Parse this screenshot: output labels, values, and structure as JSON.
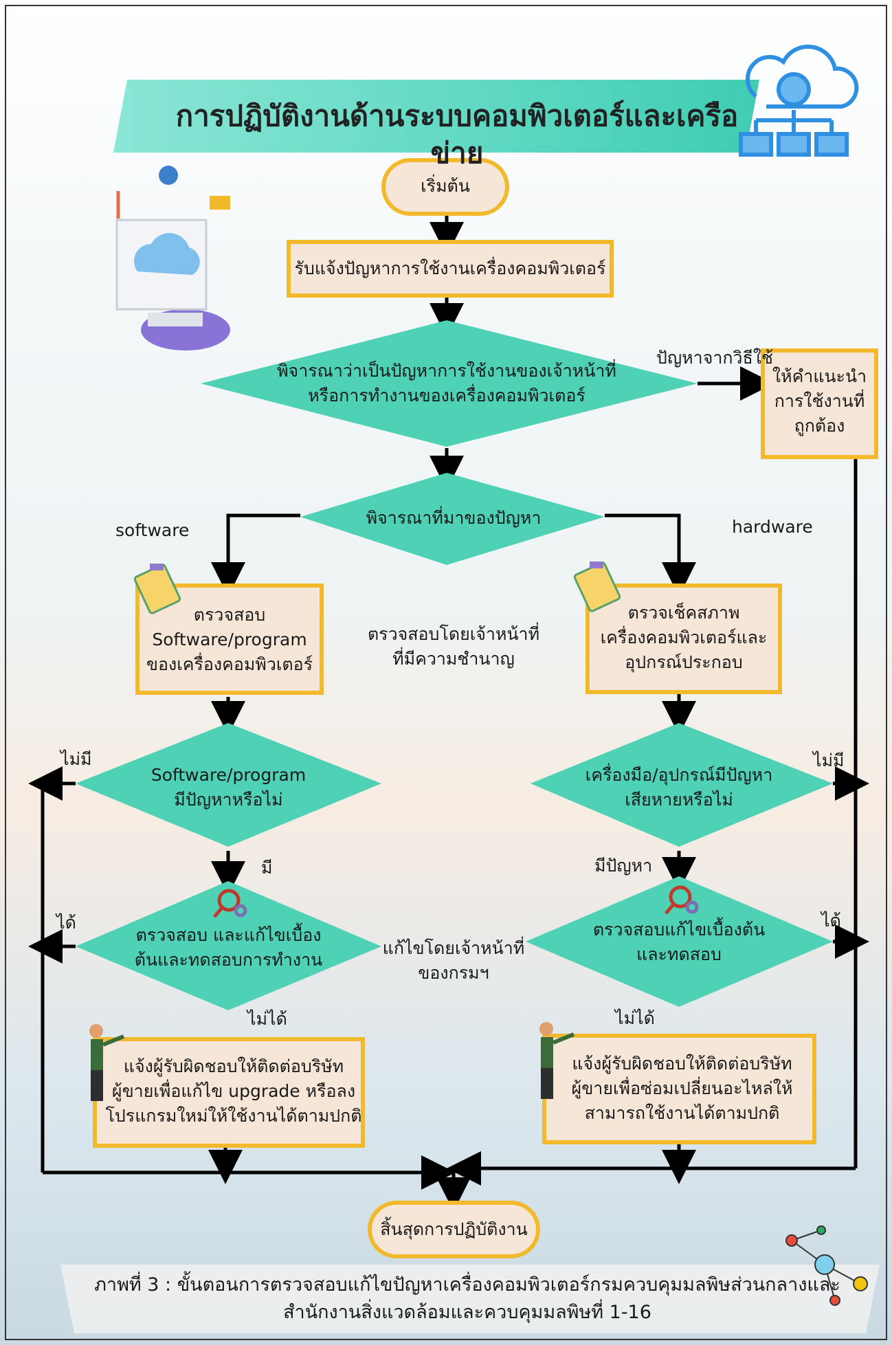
{
  "title": "การปฏิบัติงานด้านระบบคอมพิวเตอร์และเครือข่าย",
  "nodes": {
    "start": "เริ่มต้น",
    "receive": "รับแจ้งปัญหาการใช้งานเครื่องคอมพิวเตอร์",
    "consider_user": "พิจารณาว่าเป็นปัญหาการใช้งานของเจ้าหน้าที่\nหรือการทำงานของเครื่องคอมพิวเตอร์",
    "advise": "ให้คำแนะนำ\nการใช้งานที่\nถูกต้อง",
    "consider_source": "พิจารณาที่มาของปัญหา",
    "check_software": "ตรวจสอบ\nSoftware/program\nของเครื่องคอมพิวเตอร์",
    "check_hardware": "ตรวจเช็คสภาพ\nเครื่องคอมพิวเตอร์และ\nอุปกรณ์ประกอบ",
    "software_problem": "Software/program\nมีปัญหาหรือไม่",
    "hardware_problem": "เครื่องมือ/อุปกรณ์มีปัญหา\nเสียหายหรือไม่",
    "fix_software": "ตรวจสอบ และแก้ไขเบื้อง\nต้นและทดสอบการทำงาน",
    "fix_hardware": "ตรวจสอบแก้ไขเบื้องต้น\nและทดสอบ",
    "notify_software": "แจ้งผู้รับผิดชอบให้ติดต่อบริษัท\nผู้ขายเพื่อแก้ไข upgrade หรือลง\nโปรแกรมใหม่ให้ใช้งานได้ตามปกติ",
    "notify_hardware": "แจ้งผู้รับผิดชอบให้ติดต่อบริษัท\nผู้ขายเพื่อซ่อมเปลี่ยนอะไหล่ให้\nสามารถใช้งานได้ตามปกติ",
    "end": "สิ้นสุดการปฏิบัติงาน"
  },
  "labels": {
    "from_usage": "ปัญหาจากวิธีใช้",
    "software": "software",
    "hardware": "hardware",
    "expert": "ตรวจสอบโดยเจ้าหน้าที่\nที่มีความชำนาญ",
    "no_left": "ไม่มี",
    "no_right": "ไม่มี",
    "yes_sw": "มี",
    "has_problem": "มีปัญหา",
    "ok_left": "ได้",
    "ok_right": "ได้",
    "dept_fix": "แก้ไขโดยเจ้าหน้าที่\nของกรมฯ",
    "fail_left": "ไม่ได้",
    "fail_right": "ไม่ได้"
  },
  "caption": "ภาพที่ 3 : ขั้นตอนการตรวจสอบแก้ไขปัญหาเครื่องคอมพิวเตอร์กรมควบคุมมลพิษส่วนกลางและ\nสำนักงานสิ่งแวดล้อมและควบคุมมลพิษที่ 1-16",
  "icons": [
    "cloud-network-icon",
    "cloud-computer-icon",
    "clipboard-icon",
    "magnifier-gear-icon",
    "presenter-icon",
    "molecule-icon"
  ],
  "colors": {
    "diamond": "#4fd1b5",
    "box_fill": "#f5e6d8",
    "box_border": "#f2b92c",
    "banner": "#5ed8c2",
    "icon_blue": "#2f8fe0"
  }
}
